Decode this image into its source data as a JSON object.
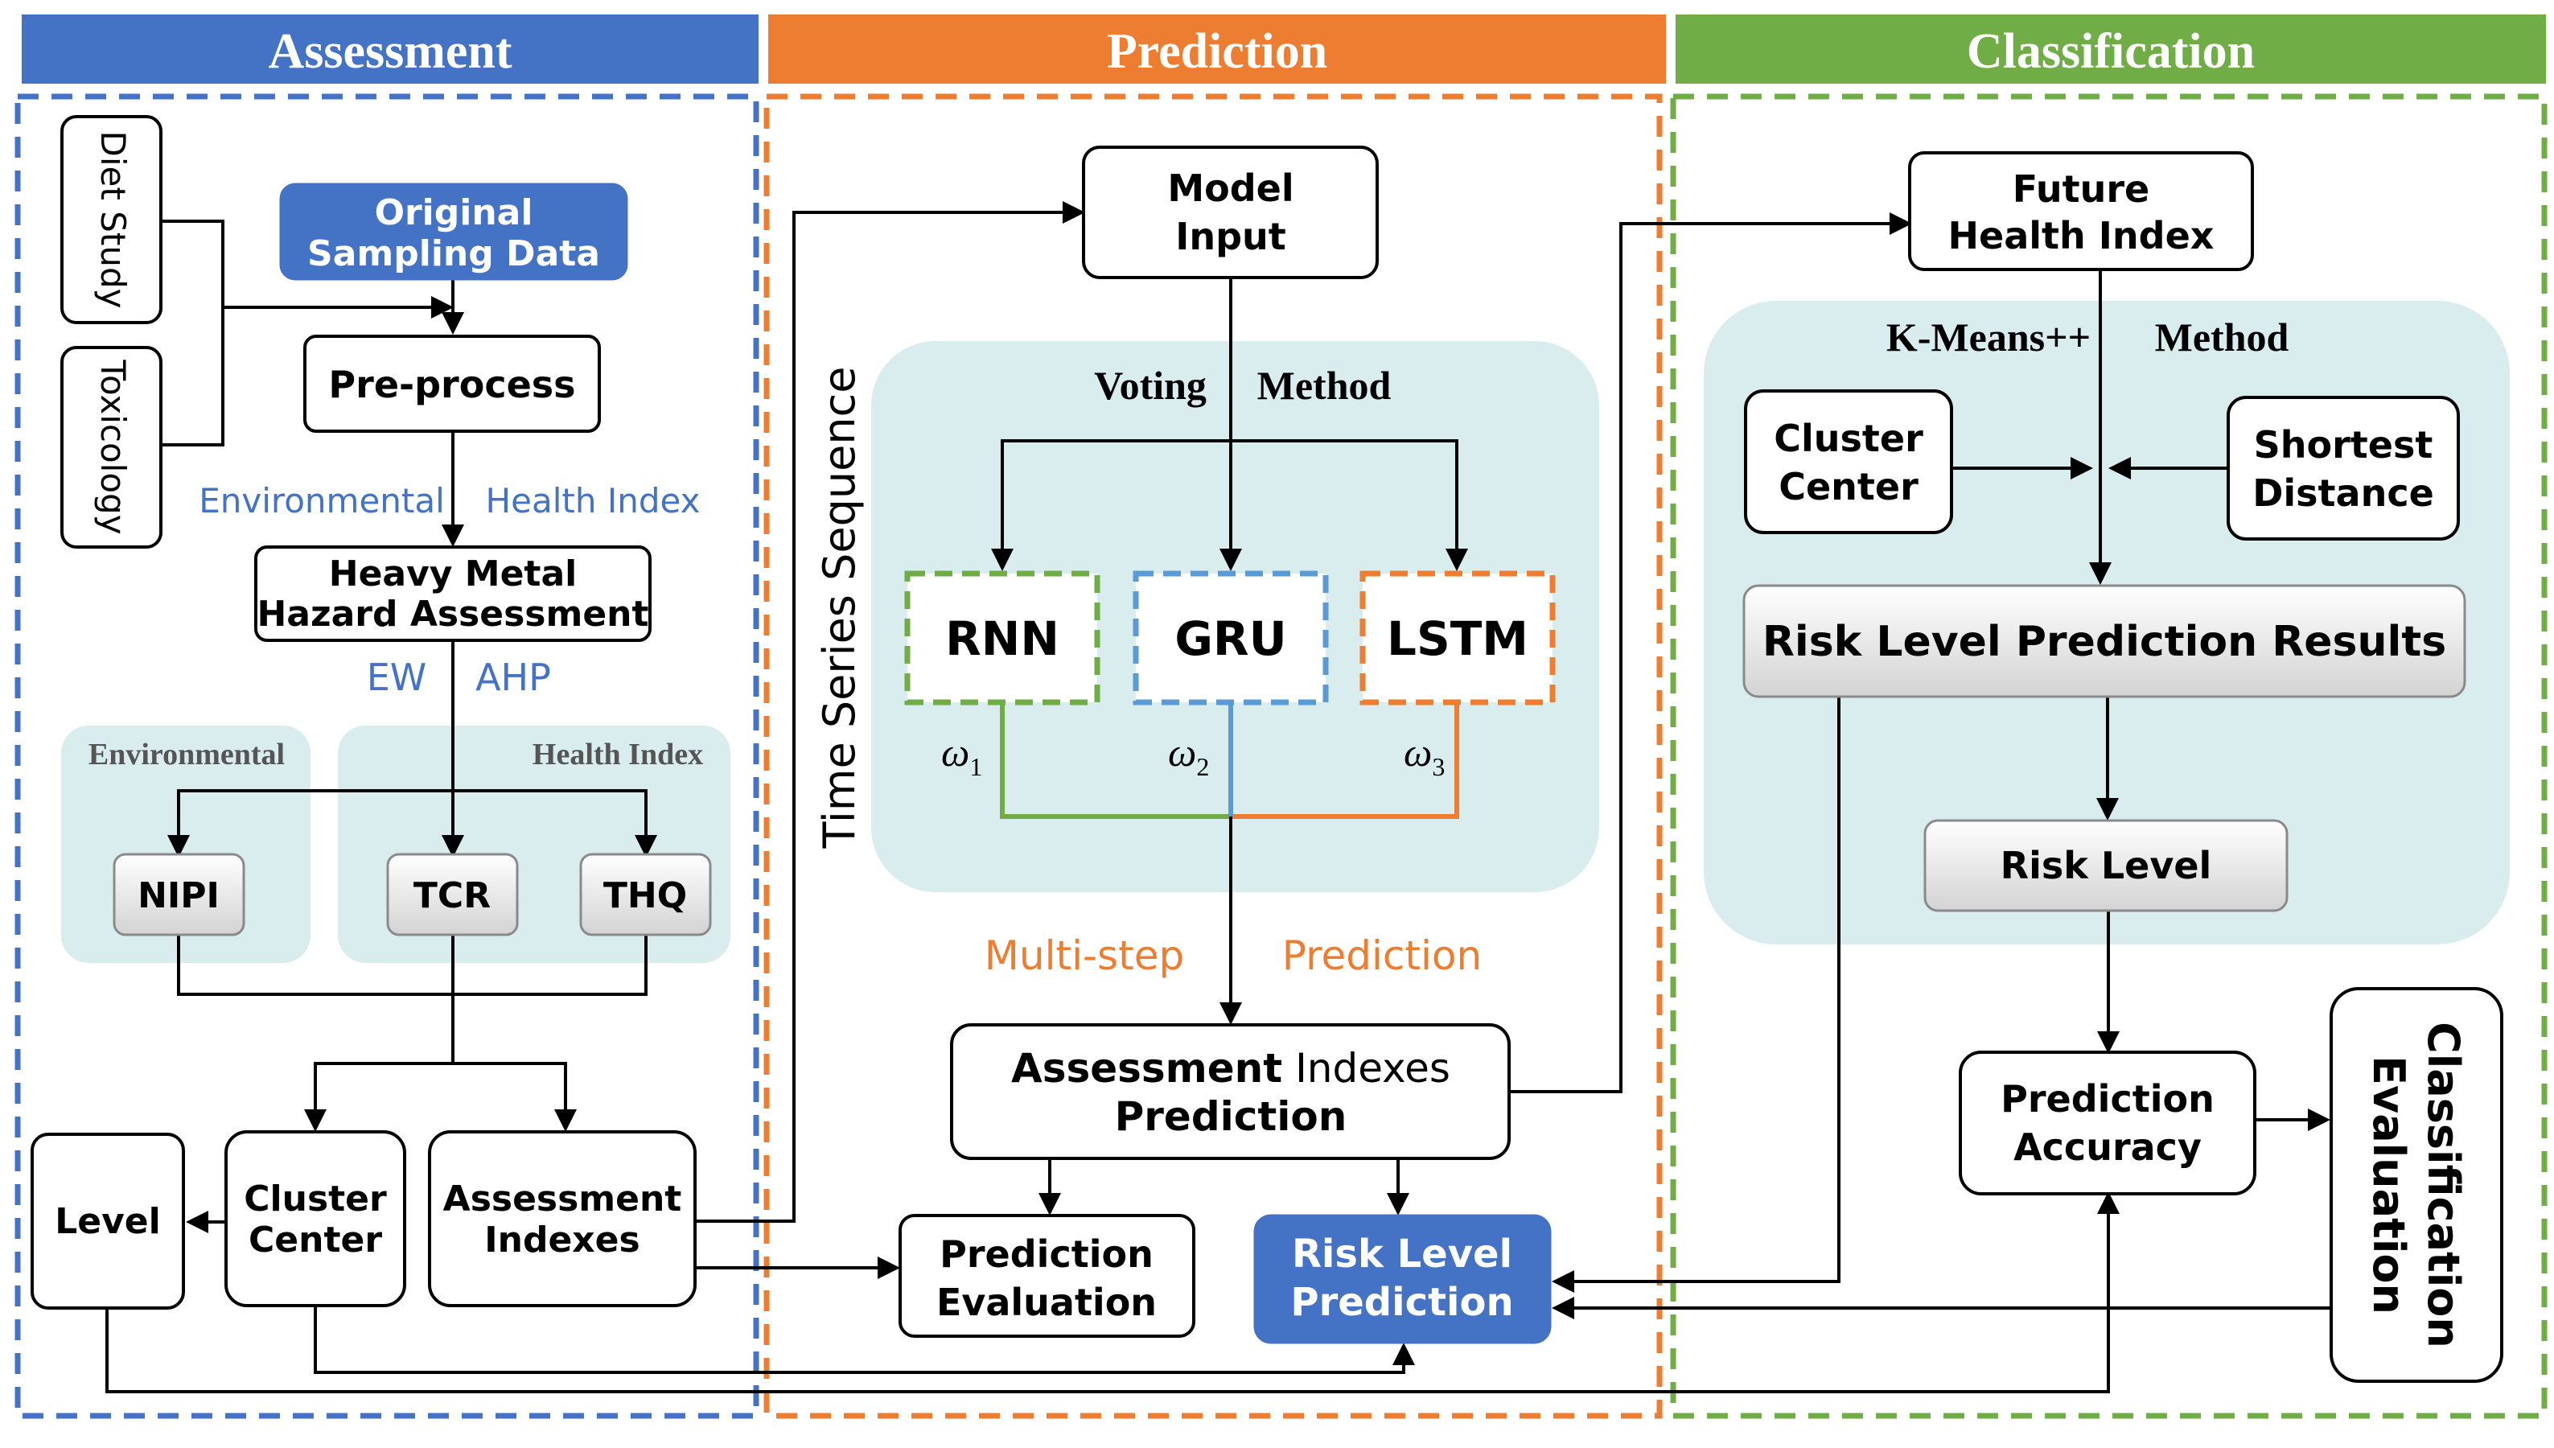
{
  "headers": {
    "assessment": "Assessment",
    "prediction": "Prediction",
    "classification": "Classification"
  },
  "colors": {
    "assessment": "#4472c4",
    "prediction": "#ed7d31",
    "classification": "#70ad47",
    "panel": "#d9ecee"
  },
  "assessment": {
    "diet_study": "Diet Study",
    "toxicology": "Toxicology",
    "original_line1": "Original",
    "original_line2": "Sampling Data",
    "preprocess": "Pre-process",
    "label_environmental": "Environmental",
    "label_health_index": "Health Index",
    "hazard_line1": "Heavy Metal",
    "hazard_line2": "Hazard Assessment",
    "label_ew": "EW",
    "label_ahp": "AHP",
    "panel_environmental": "Environmental",
    "panel_health_index": "Health Index",
    "nipi": "NIPI",
    "tcr": "TCR",
    "thq": "THQ",
    "level": "Level",
    "cluster_line1": "Cluster",
    "cluster_line2": "Center",
    "indexes_line1": "Assessment",
    "indexes_line2": "Indexes"
  },
  "prediction": {
    "time_series": "Time Series Sequence",
    "model_line1": "Model",
    "model_line2": "Input",
    "voting": "Voting",
    "method": "Method",
    "rnn": "RNN",
    "gru": "GRU",
    "lstm": "LSTM",
    "w1_base": "ω",
    "w1_sub": "1",
    "w2_base": "ω",
    "w2_sub": "2",
    "w3_base": "ω",
    "w3_sub": "3",
    "multistep": "Multi-step",
    "prediction_label": "Prediction",
    "aip_line1a": "Assessment",
    "aip_line1b": " Indexes",
    "aip_line2": "Prediction",
    "eval_line1": "Prediction",
    "eval_line2": "Evaluation",
    "risk_line1": "Risk Level",
    "risk_line2": "Prediction"
  },
  "classification": {
    "future_line1": "Future",
    "future_line2": "Health Index",
    "kmeans": "K-Means++",
    "method": "Method",
    "cluster_line1": "Cluster",
    "cluster_line2": "Center",
    "shortest_line1": "Shortest",
    "shortest_line2": "Distance",
    "results": "Risk Level Prediction Results",
    "risk_level": "Risk Level",
    "accuracy_line1": "Prediction",
    "accuracy_line2": "Accuracy",
    "eval_line1": "Classification",
    "eval_line2": "Evaluation"
  }
}
